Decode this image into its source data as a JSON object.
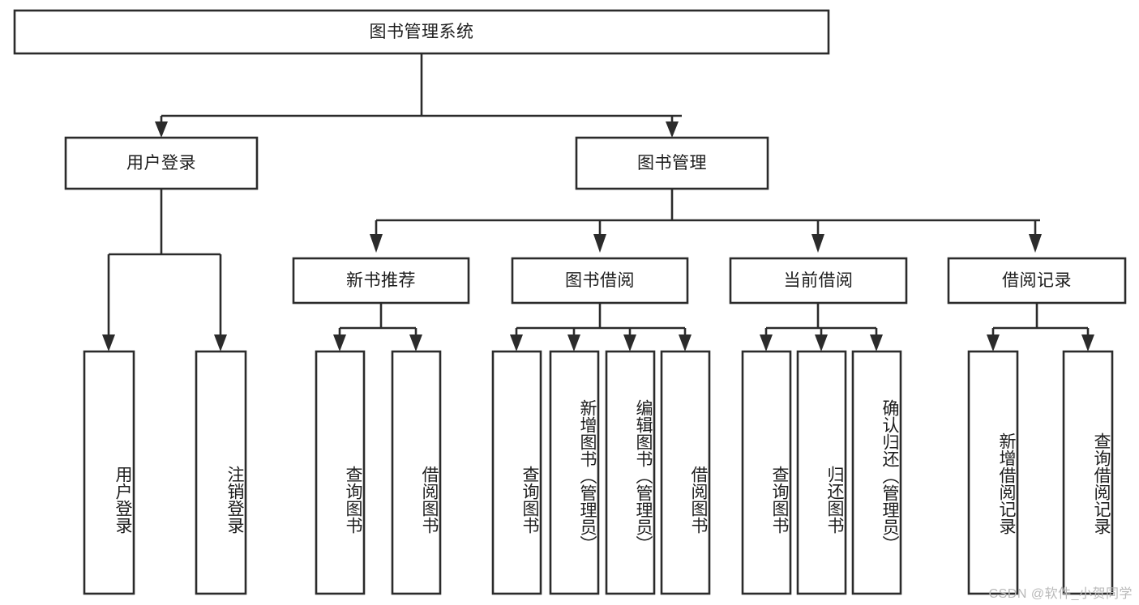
{
  "diagram": {
    "type": "tree",
    "title": "图书管理系统",
    "root": {
      "id": "root",
      "label": "图书管理系统"
    },
    "level2": [
      {
        "id": "user-login",
        "label": "用户登录"
      },
      {
        "id": "book-manage",
        "label": "图书管理"
      }
    ],
    "level3": [
      {
        "id": "new-book-rec",
        "label": "新书推荐",
        "parent": "book-manage"
      },
      {
        "id": "book-borrow",
        "label": "图书借阅",
        "parent": "book-manage"
      },
      {
        "id": "current-borrow",
        "label": "当前借阅",
        "parent": "book-manage"
      },
      {
        "id": "borrow-record",
        "label": "借阅记录",
        "parent": "book-manage"
      }
    ],
    "leaves": [
      {
        "id": "leaf-user-login",
        "label": "用户登录",
        "parent": "user-login"
      },
      {
        "id": "leaf-logout",
        "label": "注销登录",
        "parent": "user-login"
      },
      {
        "id": "leaf-query-book-1",
        "label": "查询图书",
        "parent": "new-book-rec"
      },
      {
        "id": "leaf-borrow-book-1",
        "label": "借阅图书",
        "parent": "new-book-rec"
      },
      {
        "id": "leaf-query-book-2",
        "label": "查询图书",
        "parent": "book-borrow"
      },
      {
        "id": "leaf-add-book",
        "label": "新增图书（管理员）",
        "parent": "book-borrow"
      },
      {
        "id": "leaf-edit-book",
        "label": "编辑图书（管理员）",
        "parent": "book-borrow"
      },
      {
        "id": "leaf-borrow-book-2",
        "label": "借阅图书",
        "parent": "book-borrow"
      },
      {
        "id": "leaf-query-book-3",
        "label": "查询图书",
        "parent": "current-borrow"
      },
      {
        "id": "leaf-return-book",
        "label": "归还图书",
        "parent": "current-borrow"
      },
      {
        "id": "leaf-confirm-return",
        "label": "确认归还（管理员）",
        "parent": "current-borrow"
      },
      {
        "id": "leaf-add-record",
        "label": "新增借阅记录",
        "parent": "borrow-record"
      },
      {
        "id": "leaf-query-record",
        "label": "查询借阅记录",
        "parent": "borrow-record"
      }
    ],
    "colors": {
      "stroke": "#2b2b2b",
      "fill": "#ffffff",
      "text": "#1d1d1d",
      "watermark": "#b9b9b9"
    }
  },
  "watermark": {
    "text": "CSDN @软件_小贺同学"
  }
}
